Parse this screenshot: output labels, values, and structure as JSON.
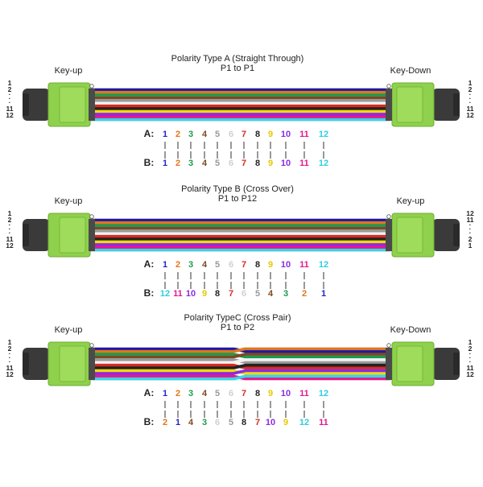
{
  "colors": {
    "fibers": [
      "#1a1aa8",
      "#e2761b",
      "#1d9a4e",
      "#7a4a22",
      "#9a9a9a",
      "#f2f2f2",
      "#d62c1f",
      "#222222",
      "#f1d90a",
      "#8a2be2",
      "#e6178f",
      "#35d6e8"
    ],
    "labelColors": [
      "#2323c8",
      "#e2761b",
      "#1d9a4e",
      "#7a4a22",
      "#9a9a9a",
      "#d0d0d0",
      "#d62c1f",
      "#222222",
      "#e6c800",
      "#8a2be2",
      "#e6178f",
      "#2fcde0"
    ],
    "connector": "#8fd04c",
    "connectorDark": "#6fae33",
    "boot": "#3a3a3a"
  },
  "panels": [
    {
      "title": "Polarity Type A  (Straight Through)",
      "subtitle": "P1 to P1",
      "left_key": "Key-up",
      "right_key": "Key-Down",
      "left_numbers": [
        "1",
        "2",
        "·",
        "·",
        "·",
        "11",
        "12"
      ],
      "right_numbers": [
        "1",
        "2",
        "·",
        "·",
        "·",
        "11",
        "12"
      ],
      "row_a_label": "A:",
      "row_b_label": "B:",
      "a_values": [
        "1",
        "2",
        "3",
        "4",
        "5",
        "6",
        "7",
        "8",
        "9",
        "10",
        "11",
        "12"
      ],
      "b_values": [
        "1",
        "2",
        "3",
        "4",
        "5",
        "6",
        "7",
        "8",
        "9",
        "10",
        "11",
        "12"
      ],
      "b_color_index": [
        0,
        1,
        2,
        3,
        4,
        5,
        6,
        7,
        8,
        9,
        10,
        11
      ]
    },
    {
      "title": "Polarity Type B  (Cross Over)",
      "subtitle": "P1 to P12",
      "left_key": "Key-up",
      "right_key": "Key-up",
      "left_numbers": [
        "1",
        "2",
        "·",
        "·",
        "·",
        "11",
        "12"
      ],
      "right_numbers": [
        "12",
        "11",
        "·",
        "·",
        "·",
        "2",
        "1"
      ],
      "row_a_label": "A:",
      "row_b_label": "B:",
      "a_values": [
        "1",
        "2",
        "3",
        "4",
        "5",
        "6",
        "7",
        "8",
        "9",
        "10",
        "11",
        "12"
      ],
      "b_values": [
        "12",
        "11",
        "10",
        "9",
        "8",
        "7",
        "6",
        "5",
        "4",
        "3",
        "2",
        "1"
      ],
      "b_color_index": [
        0,
        1,
        2,
        3,
        4,
        5,
        6,
        7,
        8,
        9,
        10,
        11
      ]
    },
    {
      "title": "Polarity TypeC  (Cross Pair)",
      "subtitle": "P1 to P2",
      "left_key": "Key-up",
      "right_key": "Key-Down",
      "left_numbers": [
        "1",
        "2",
        "·",
        "·",
        "·",
        "11",
        "12"
      ],
      "right_numbers": [
        "1",
        "2",
        "·",
        "·",
        "·",
        "11",
        "12"
      ],
      "row_a_label": "A:",
      "row_b_label": "B:",
      "a_values": [
        "1",
        "2",
        "3",
        "4",
        "5",
        "6",
        "7",
        "8",
        "9",
        "10",
        "11",
        "12"
      ],
      "b_values": [
        "2",
        "1",
        "4",
        "3",
        "6",
        "5",
        "8",
        "7",
        "10",
        "9",
        "12",
        "11"
      ],
      "b_color_index": [
        0,
        1,
        2,
        3,
        4,
        5,
        6,
        7,
        8,
        9,
        10,
        11
      ]
    }
  ]
}
